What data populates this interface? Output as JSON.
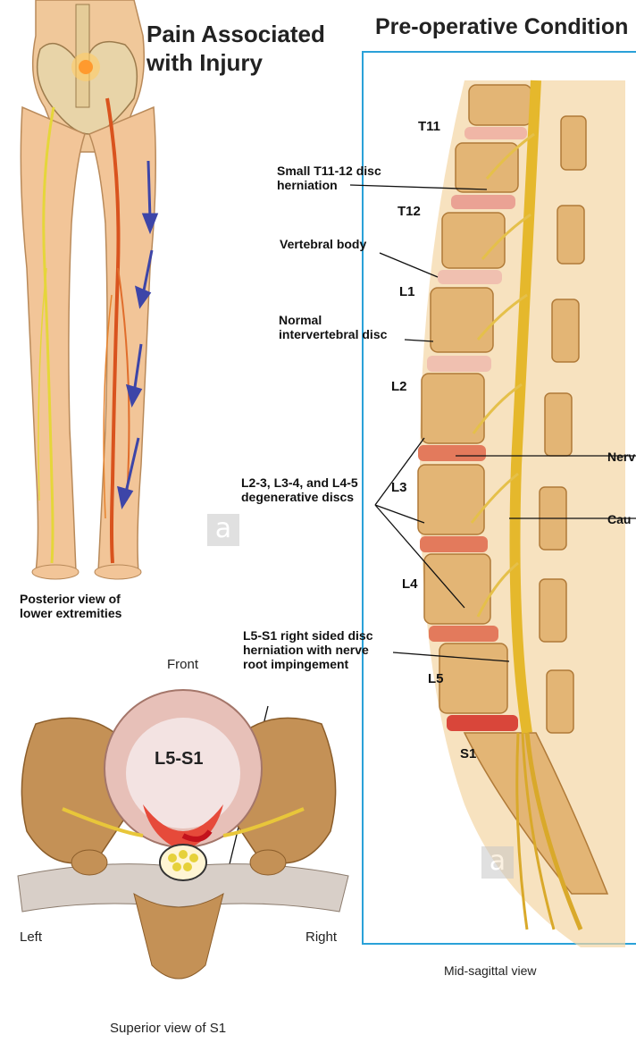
{
  "titles": {
    "pain": "Pain Associated\nwith Injury",
    "preop": "Pre-operative Condition"
  },
  "legs_caption": "Posterior view of\nlower extremities",
  "spine": {
    "labels": {
      "t11": "T11",
      "t12": "T12",
      "l1": "L1",
      "l2": "L2",
      "l3": "L3",
      "l4": "L4",
      "l5": "L5",
      "s1": "S1"
    },
    "callouts": {
      "small_herniation": "Small T11-12 disc\nherniation",
      "vertebral_body": "Vertebral body",
      "normal_disc": "Normal\nintervertebral disc",
      "degenerative": "L2-3, L3-4, and L4-5\ndegenerative discs",
      "l5s1": "L5-S1 right sided disc\nherniation with nerve\nroot impingement",
      "nerve_cut": "Nerv",
      "cauda_cut": "Cau"
    },
    "view_caption": "Mid-sagittal view"
  },
  "axial": {
    "front": "Front",
    "left": "Left",
    "right": "Right",
    "disc_label": "L5-S1",
    "caption": "Superior view of S1"
  },
  "watermark_letter": "a"
}
